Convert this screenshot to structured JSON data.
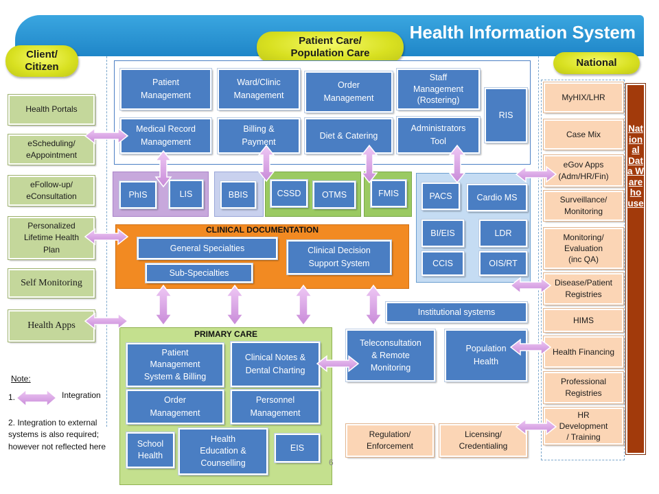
{
  "title": "Health Information System",
  "pills": {
    "client": "Client/\nCitizen",
    "patient_care": "Patient Care/\nPopulation Care",
    "national": "National"
  },
  "client_items": [
    "Health Portals",
    "eScheduling/\neAppointment",
    "eFollow-up/\neConsultation",
    "Personalized\nLifetime Health\nPlan",
    "Self Monitoring",
    "Health Apps"
  ],
  "top_modules": {
    "patient_management": "Patient\nManagement",
    "ward_clinic": "Ward/Clinic\nManagement",
    "order_management": "Order\nManagement",
    "staff_management": "Staff\nManagement\n(Rostering)",
    "ris": "RIS",
    "medical_record": "Medical Record\nManagement",
    "billing": "Billing &\nPayment",
    "diet": "Diet & Catering",
    "admin_tool": "Administrators\nTool"
  },
  "support_systems": {
    "phis": "PhIS",
    "lis": "LIS",
    "bbis": "BBIS",
    "cssd": "CSSD",
    "otms": "OTMS",
    "fmis": "FMIS",
    "pacs": "PACS",
    "cardio": "Cardio MS",
    "bi_eis": "BI/EIS",
    "ldr": "LDR",
    "ccis": "CCIS",
    "ois_rt": "OIS/RT"
  },
  "clinical_documentation": {
    "label": "CLINICAL DOCUMENTATION",
    "general": "General Specialties",
    "sub": "Sub-Specialties",
    "cdss": "Clinical Decision\nSupport  System"
  },
  "institutional": "Institutional  systems",
  "primary_care": {
    "label": "PRIMARY CARE",
    "pms": "Patient\nManagement\nSystem & Billing",
    "notes": "Clinical Notes &\nDental Charting",
    "order": "Order\nManagement",
    "personnel": "Personnel\nManagement",
    "school": "School\nHealth",
    "education": "Health\nEducation &\nCounselling",
    "eis": "EIS"
  },
  "teleconsultation": "Teleconsultation\n& Remote\nMonitoring",
  "population_health": "Population\nHealth",
  "regulation": "Regulation/\nEnforcement",
  "licensing": "Licensing/\nCredentialing",
  "national_items": [
    "MyHIX/LHR",
    "Case Mix",
    "eGov Apps\n(Adm/HR/Fin)",
    "Surveillance/\nMonitoring",
    "Monitoring/\nEvaluation\n(inc QA)",
    "Disease/Patient\nRegistries",
    "HIMS",
    "Health Financing",
    "Professional\nRegistries",
    "HR\nDevelopment\n/ Training"
  ],
  "warehouse": "National Data Warehouse",
  "note": {
    "title": "Note:",
    "item1_num": "1.",
    "item1_label": "Integration",
    "item2": "2. Integration to external systems is also required; however not reflected here"
  },
  "page_number": "6",
  "colors": {
    "banner": "#1f86c8",
    "module_blue": "#4a7ec3",
    "client_green": "#c4d79b",
    "national_peach": "#fbd5b5",
    "arrow": "#d9a8e8",
    "clinical_orange": "#f28a22",
    "primary_green": "#c4e08e",
    "warehouse": "#a23a0b"
  }
}
